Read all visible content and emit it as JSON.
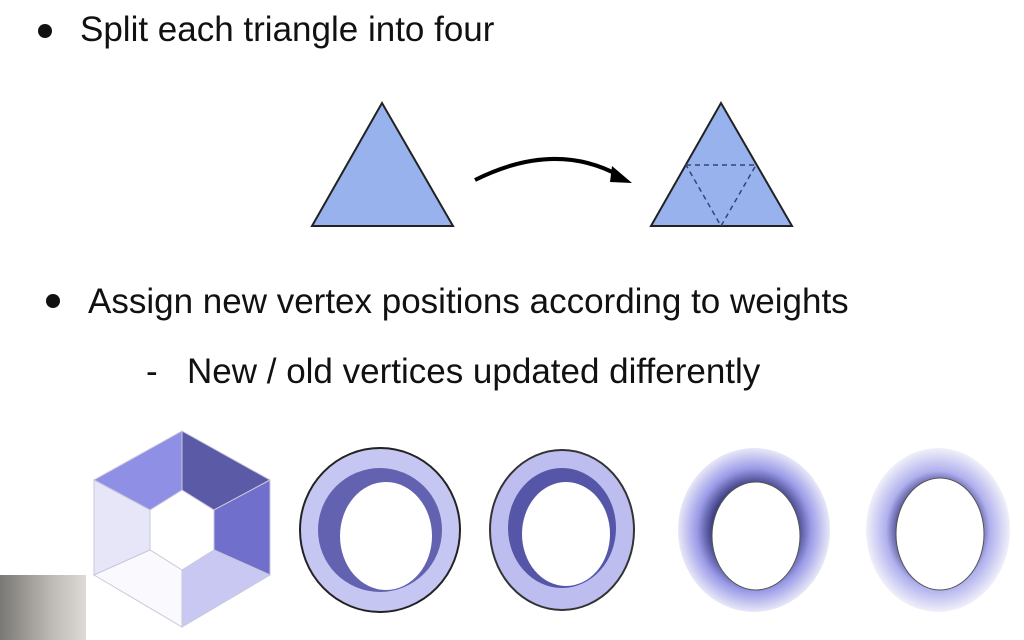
{
  "bullets": [
    {
      "text": "Split each triangle into four"
    },
    {
      "text": "Assign new vertex positions according to weights",
      "sub": [
        {
          "marker": "-",
          "text": "New / old vertices updated differently"
        }
      ]
    }
  ],
  "colors": {
    "triangle_fill": "#97b2ec",
    "mesh_light": "#dcdcf7",
    "mesh_mid": "#8f8fe6",
    "mesh_dark": "#5a5aa6"
  },
  "figures": {
    "top": [
      "triangle-original",
      "arrow",
      "triangle-subdivided"
    ],
    "bottom": [
      "subdivision-level-0",
      "subdivision-level-1",
      "subdivision-level-2",
      "subdivision-level-3",
      "subdivision-level-4"
    ]
  }
}
